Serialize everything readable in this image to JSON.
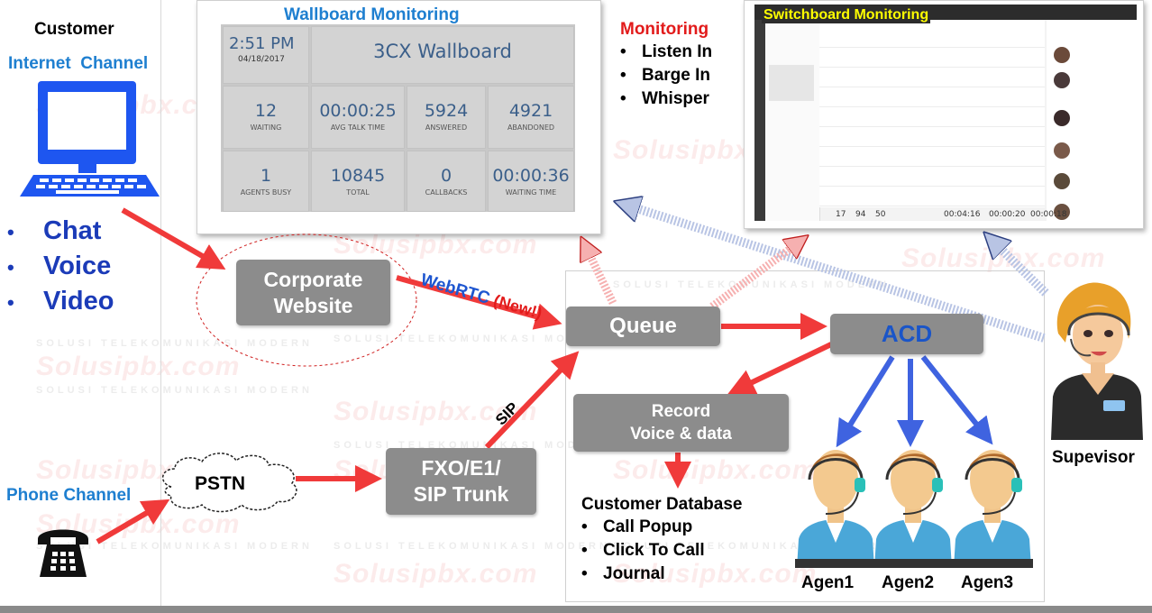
{
  "customer": {
    "title": "Customer",
    "internet_channel": "Internet  Channel",
    "media": [
      "Chat",
      "Voice",
      "Video"
    ],
    "phone_channel": "Phone Channel"
  },
  "wallboard": {
    "title": "Wallboard Monitoring",
    "time": "2:51 PM",
    "date": "04/18/2017",
    "header": "3CX Wallboard",
    "stats": [
      {
        "value": "12",
        "label": "WAITING"
      },
      {
        "value": "00:00:25",
        "label": "AVG TALK TIME"
      },
      {
        "value": "5924",
        "label": "ANSWERED"
      },
      {
        "value": "4921",
        "label": "ABANDONED"
      },
      {
        "value": "1",
        "label": "AGENTS BUSY"
      },
      {
        "value": "10845",
        "label": "TOTAL"
      },
      {
        "value": "0",
        "label": "CALLBACKS"
      },
      {
        "value": "00:00:36",
        "label": "WAITING TIME"
      }
    ]
  },
  "monitoring": {
    "title": "Monitoring",
    "items": [
      "Listen In",
      "Barge In",
      "Whisper"
    ]
  },
  "switchboard": {
    "title": "Switchboard Monitoring",
    "footer": [
      "17",
      "94",
      "50",
      "00:04:16",
      "00:00:20",
      "00:00:18"
    ]
  },
  "nodes": {
    "corporate_website": [
      "Corporate",
      "Website"
    ],
    "webrtc": "WebRTC",
    "new_tag": "(New!)",
    "queue": "Queue",
    "acd": "ACD",
    "record": [
      "Record",
      "Voice & data"
    ],
    "sip": "SIP",
    "pstn": "PSTN",
    "trunk": [
      "FXO/E1/",
      "SIP Trunk"
    ]
  },
  "database": {
    "title": "Customer Database",
    "items": [
      "Call Popup",
      "Click To Call",
      "Journal"
    ]
  },
  "agents": [
    "Agen1",
    "Agen2",
    "Agen3"
  ],
  "supervisor": "Supevisor",
  "watermark": {
    "brand": "Solusipbx.com",
    "tagline": "SOLUSI TELEKOMUNIKASI MODERN"
  },
  "colors": {
    "arrow_red": "#f03a3a",
    "arrow_blue": "#3f63e0",
    "box_gray": "#8c8c8c",
    "title_blue": "#1e7fd0",
    "acd_blue": "#1a55c8",
    "monitor_red": "#e21b1b",
    "switchboard_yellow": "#ffff00"
  }
}
